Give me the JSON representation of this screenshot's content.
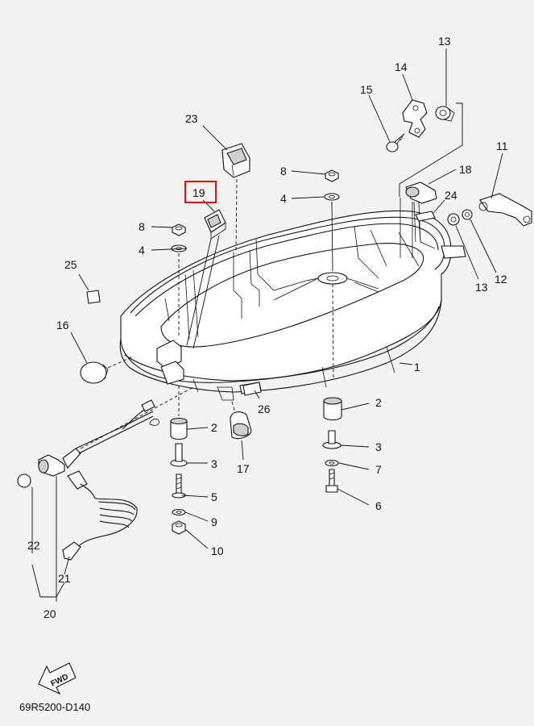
{
  "diagram_code": "69R5200-D140",
  "fwd_label": "FWD",
  "highlight_color": "#e01010",
  "highlighted_part": "19",
  "callouts": {
    "p1": "1",
    "p2a": "2",
    "p2b": "2",
    "p3a": "3",
    "p3b": "3",
    "p4a": "4",
    "p4b": "4",
    "p5": "5",
    "p6": "6",
    "p7": "7",
    "p8a": "8",
    "p8b": "8",
    "p9": "9",
    "p10": "10",
    "p11": "11",
    "p12": "12",
    "p13a": "13",
    "p13b": "13",
    "p14": "14",
    "p15": "15",
    "p16": "16",
    "p17": "17",
    "p18": "18",
    "p19": "19",
    "p20": "20",
    "p21": "21",
    "p22": "22",
    "p23": "23",
    "p24": "24",
    "p25": "25",
    "p26": "26"
  }
}
